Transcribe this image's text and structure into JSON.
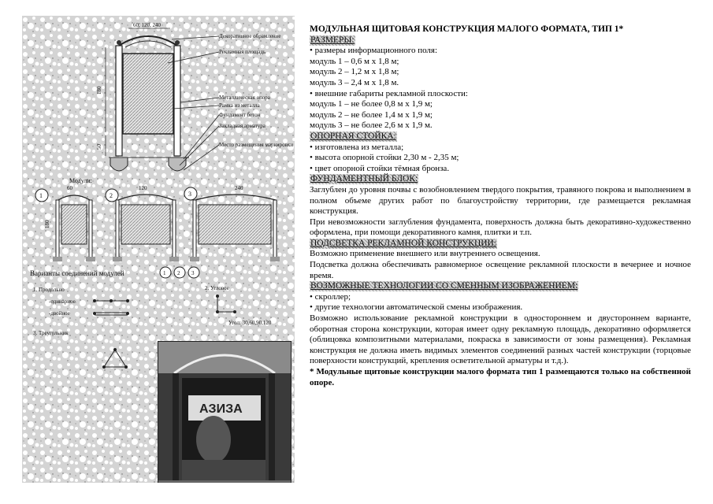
{
  "diagram": {
    "top_dims": "60, 120, 240",
    "height_dim": "180",
    "base_dim": "50",
    "callouts": [
      "Декоративное обрамление",
      "Рекламная площадь",
      "Металлическая опора",
      "Рамка из металла",
      "Фундамент бетон",
      "Закладная арматура",
      "Место размещения маркировки"
    ],
    "modules_label": "Модули:",
    "module_numbers": [
      "1",
      "2",
      "3"
    ],
    "module_widths": [
      "60",
      "120",
      "240"
    ],
    "module_height": "180",
    "variants_title": "Варианты соединений модулей",
    "variant_circles": [
      "1",
      "2",
      "3"
    ],
    "connections": {
      "prodolno": "1. Продольно",
      "odinarnoe": "-одинарное",
      "dvoinoe": "-двойное",
      "uglovoe": "2. Угловое",
      "treugolnik": "3. Треугольник",
      "angle": "Угол: 30,60,90,120"
    },
    "photo_sign": "АЗИЗА"
  },
  "text": {
    "title": "МОДУЛЬНАЯ ЩИТОВАЯ КОНСТРУКЦИЯ МАЛОГО ФОРМАТА, ТИП 1*",
    "sec_sizes": "РАЗМЕРЫ:",
    "sizes_lines": [
      "• размеры информационного поля:",
      "модуль 1 – 0,6 м х 1,8 м;",
      "модуль 2 – 1,2 м х 1,8 м;",
      "модуль 3 – 2,4 м х 1,8 м.",
      "• внешние габариты рекламной плоскости:",
      "модуль 1 – не более 0,8 м х 1,9 м;",
      "модуль 2 – не более 1,4 м х 1,9 м;",
      "модуль 3 – не более 2,6 м х 1,9 м."
    ],
    "sec_stoika": "ОПОРНАЯ СТОЙКА:",
    "stoika_lines": [
      "• изготовлена из металла;",
      "• высота опорной стойки 2,30 м - 2,35 м;",
      "• цвет опорной стойки тёмная бронза."
    ],
    "sec_fundament": "ФУНДАМЕНТНЫЙ БЛОК:",
    "fundament_p1": "Заглублен до уровня почвы с возобновлением твердого покрытия, травяного покрова и выполнением в полном объеме других работ по благоустройству территории, где размещается рекламная конструкция.",
    "fundament_p2": "При невозможности заглубления фундамента, поверхность должна быть декоративно-художественно оформлена, при помощи декоративного камня, плитки и т.п.",
    "sec_podsvetka": "ПОДСВЕТКА РЕКЛАМНОЙ КОНСТРУКЦИИ:",
    "podsvetka_p1": "Возможно применение внешнего или внутреннего освещения.",
    "podsvetka_p2": "Подсветка должна обеспечивать равномерное освещение рекламной плоскости в вечернее и ночное время.",
    "sec_tech": "ВОЗМОЖНЫЕ ТЕХНОЛОГИИ СО СМЕННЫМ ИЗОБРАЖЕНИЕМ:",
    "tech_lines": [
      "• скроллер;",
      "• другие технологии автоматической смены изображения."
    ],
    "tech_p": "Возможно использование рекламной конструкции в одностороннем и двустороннем варианте, оборотная сторона конструкции, которая имеет одну рекламную площадь, декоративно оформляется (облицовка композитными материалами, покраска в зависимости от зоны размещения). Рекламная конструкция не должна иметь видимых элементов соединений разных частей конструкции (торцовые поверхности конструкций, крепления осветительной арматуры и т.д.).",
    "note": "* Модульные щитовые конструкции малого формата тип 1 размещаются только на собственной опоре."
  }
}
